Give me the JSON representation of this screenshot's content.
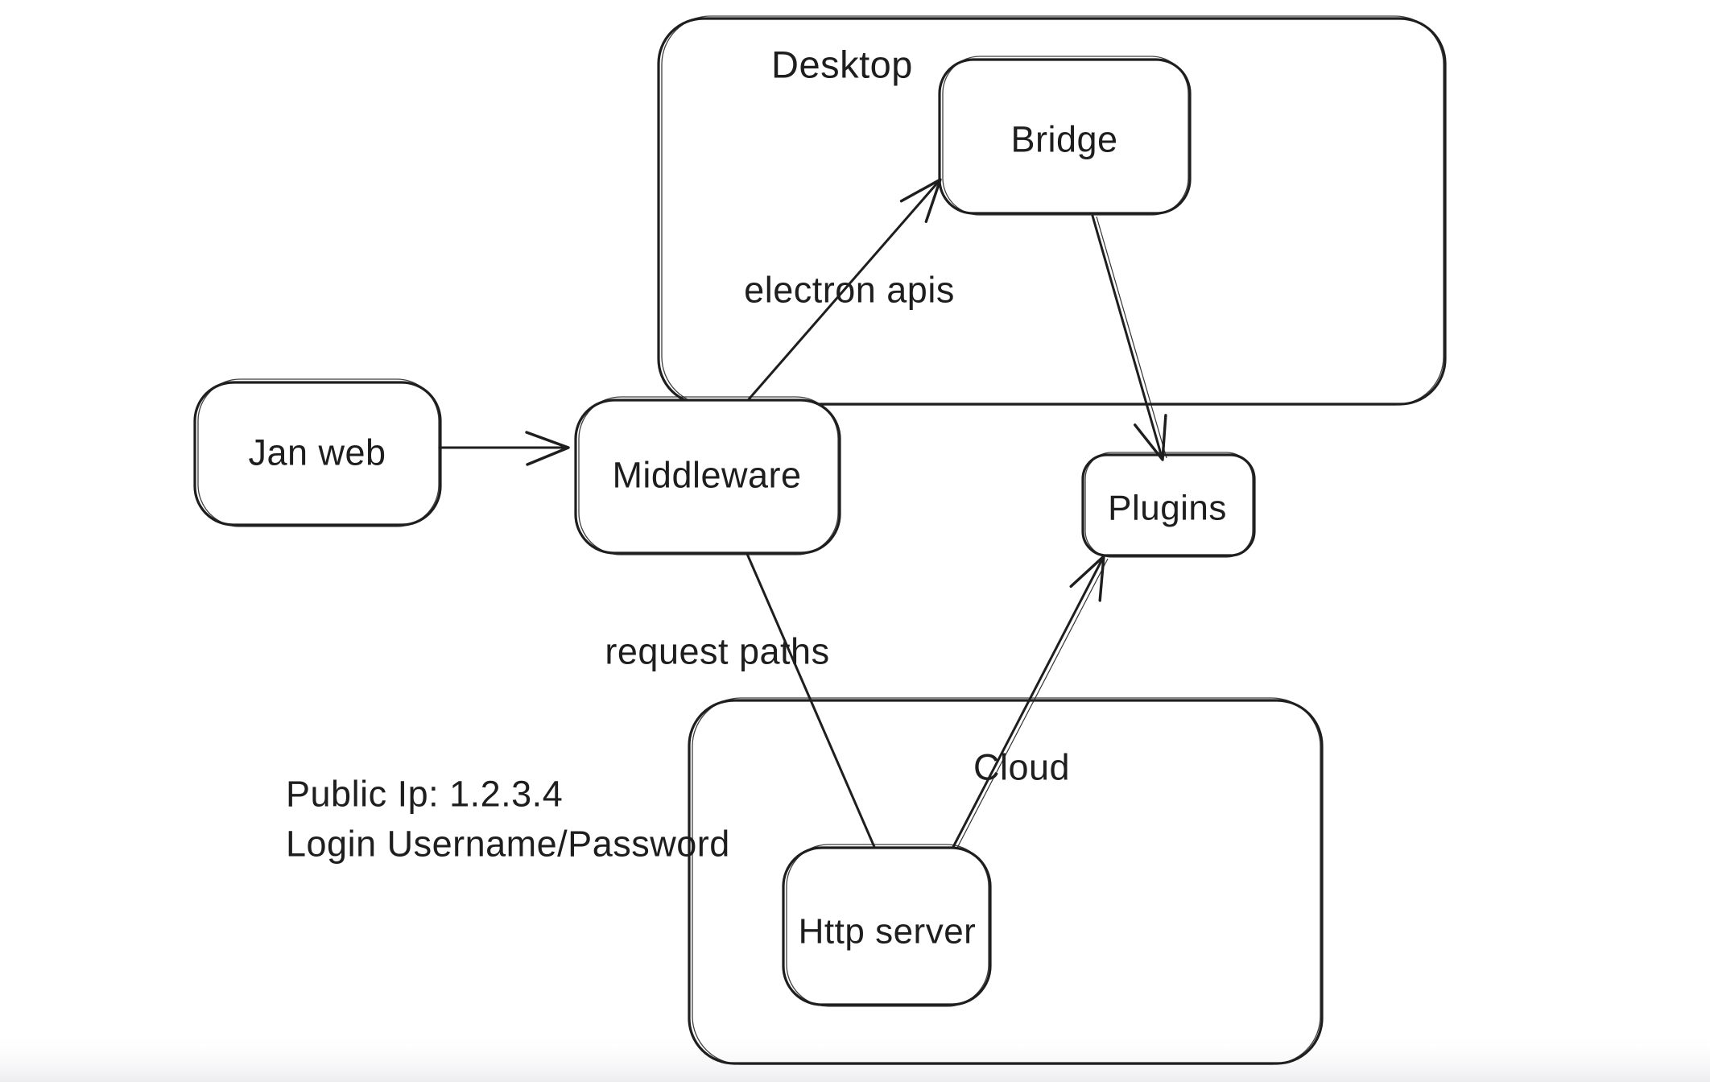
{
  "diagram": {
    "containers": [
      {
        "id": "desktop",
        "label": "Desktop"
      },
      {
        "id": "cloud",
        "label": "Cloud"
      }
    ],
    "nodes": [
      {
        "id": "jan-web",
        "label": "Jan web"
      },
      {
        "id": "middleware",
        "label": "Middleware"
      },
      {
        "id": "bridge",
        "label": "Bridge"
      },
      {
        "id": "plugins",
        "label": "Plugins"
      },
      {
        "id": "http-server",
        "label": "Http server"
      }
    ],
    "edge_labels": [
      {
        "id": "electron-apis",
        "label": "electron apis"
      },
      {
        "id": "request-paths",
        "label": "request paths"
      }
    ],
    "notes": [
      {
        "id": "public-ip",
        "text": "Public Ip: 1.2.3.4"
      },
      {
        "id": "login",
        "text": "Login Username/Password"
      }
    ],
    "colors": {
      "stroke": "#1e1e1e",
      "canvas": "#ffffff",
      "bottom_fade": "#ededf0"
    }
  }
}
